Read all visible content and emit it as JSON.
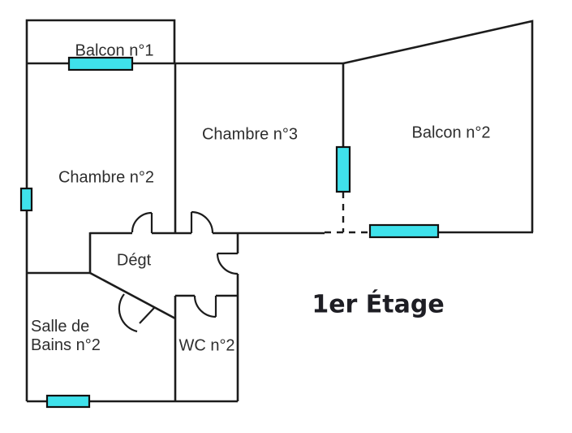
{
  "title": "1er Étage",
  "rooms": {
    "balcon1": {
      "label": "Balcon n°1"
    },
    "chambre2": {
      "label": "Chambre n°2"
    },
    "chambre3": {
      "label": "Chambre n°3"
    },
    "balcon2": {
      "label": "Balcon n°2"
    },
    "degagement": {
      "label": "Dégt"
    },
    "salle_de_bains": {
      "label_line1": "Salle de",
      "label_line2": "Bains n°2"
    },
    "wc": {
      "label": "WC n°2"
    }
  },
  "colors": {
    "wall": "#1c1c1c",
    "door": "#1c1c1c",
    "window_fill": "#3fe1eb",
    "window_border": "#111111",
    "text": "#2e2e2e",
    "title_text": "#1e1e24",
    "background": "#ffffff"
  }
}
